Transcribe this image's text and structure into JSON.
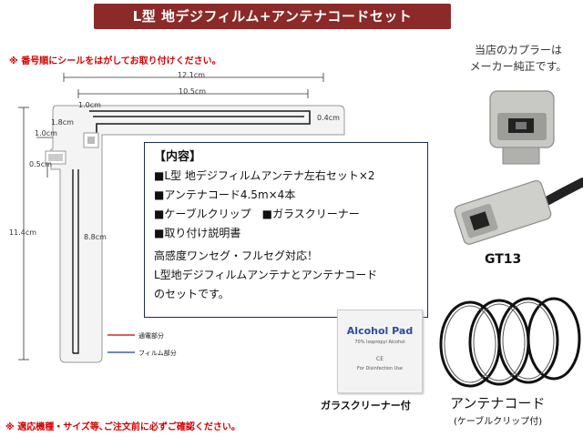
{
  "title": "L型 地デジフィルム+アンテナコードセット",
  "notes": {
    "top": "※ 番号順にシールをはがしてお取り付けください。",
    "bottom": "※ 適応機種・サイズ等､ご注文前に必ずご確認ください。"
  },
  "dimensions": {
    "d1": "12.1cm",
    "d2": "10.5cm",
    "d3": "1.0cm",
    "d4": "0.4cm",
    "d5": "1.8cm",
    "d6": "1.0cm",
    "d7": "0.5cm",
    "d8": "11.4cm",
    "d9": "8.8cm"
  },
  "legend": {
    "conduct": "通電部分",
    "film": "フィルム部分"
  },
  "contents": {
    "heading": "【内容】",
    "items": [
      "■L型 地デジフィルムアンテナ左右セット×2",
      "■アンテナコード4.5m×4本",
      "■ケーブルクリップ　■ガラスクリーナー",
      "■取り付け説明書"
    ],
    "desc": [
      "高感度ワンセグ・フルセグ対応！",
      "L型地デジフィルムアンテナとアンテナコード",
      "のセットです。"
    ]
  },
  "coupler_note": [
    "当店のカプラーは",
    "メーカー純正です。"
  ],
  "connector_label": "GT13",
  "alcohol_pad": {
    "title": "Alcohol Pad",
    "sub": "70% Isopropyl Alcohol",
    "mark": "CE",
    "foot": "For Disinfection Use"
  },
  "cleaner_caption": "ガラスクリーナー付",
  "cord_caption": "アンテナコード",
  "cord_sub": "(ケーブルクリップ付)",
  "colors": {
    "title_bg": "#8b2a28",
    "note_red": "#d40000",
    "box_border": "#1a2a5a",
    "legend_red": "#c00000",
    "legend_blue": "#1a3aa0"
  }
}
